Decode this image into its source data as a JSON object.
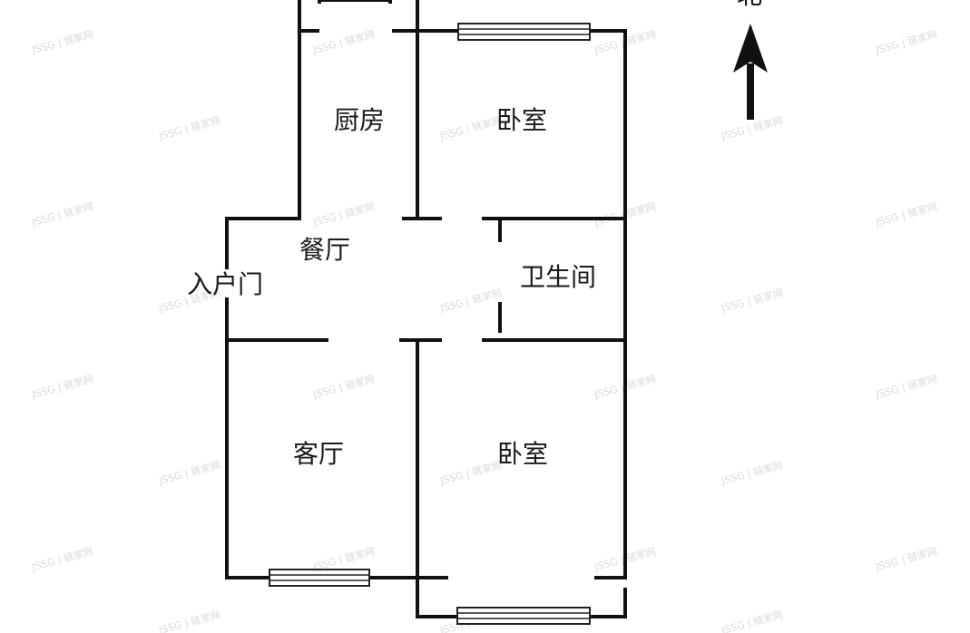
{
  "colors": {
    "wall": "#111111",
    "background": "#ffffff",
    "watermark": "#d9d9d9"
  },
  "rooms": {
    "kitchen": "厨房",
    "bedroom_north": "卧室",
    "dining": "餐厅",
    "entrance": "入户门",
    "bathroom": "卫生间",
    "living": "客厅",
    "bedroom_south": "卧室"
  },
  "compass": {
    "label": "北"
  },
  "watermark": {
    "text": "JSSG | 链家网"
  }
}
